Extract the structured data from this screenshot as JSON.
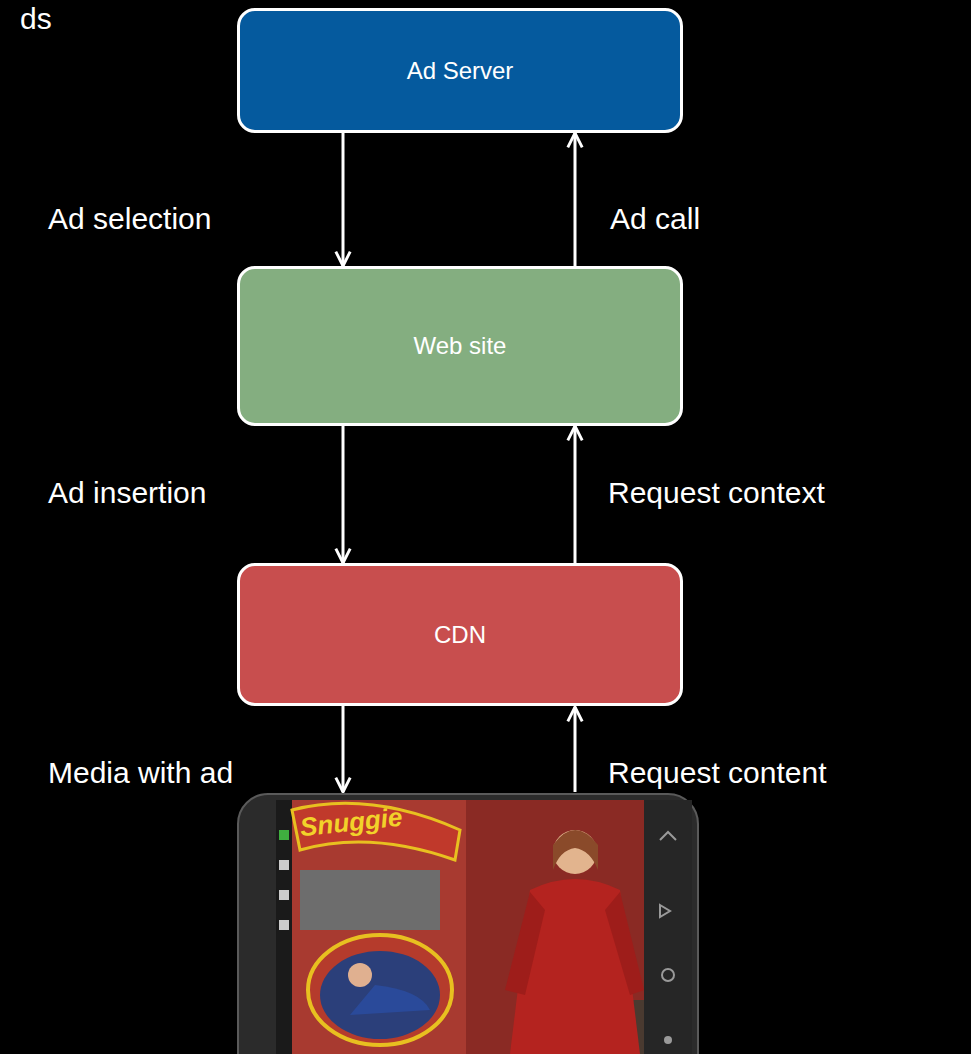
{
  "diagram": {
    "nodes": [
      {
        "text": [
          "Ad Server"
        ]
      },
      {
        "text": [
          "Web site"
        ]
      },
      {
        "text": [
          "CDN"
        ]
      }
    ],
    "edges": [
      {
        "from": 0,
        "to": 1,
        "arrow": "to",
        "label": "Ad selection"
      },
      {
        "from": 1,
        "to": 0,
        "arrow": "to",
        "label": "Ad call"
      },
      {
        "from": 1,
        "to": 2,
        "arrow": "to",
        "label": "Ad insertion"
      },
      {
        "from": 2,
        "to": 1,
        "arrow": "to",
        "label": "Request context"
      }
    ],
    "labels": [
      "ds",
      "Media with ad",
      "Request content",
      "Snuggie"
    ]
  }
}
